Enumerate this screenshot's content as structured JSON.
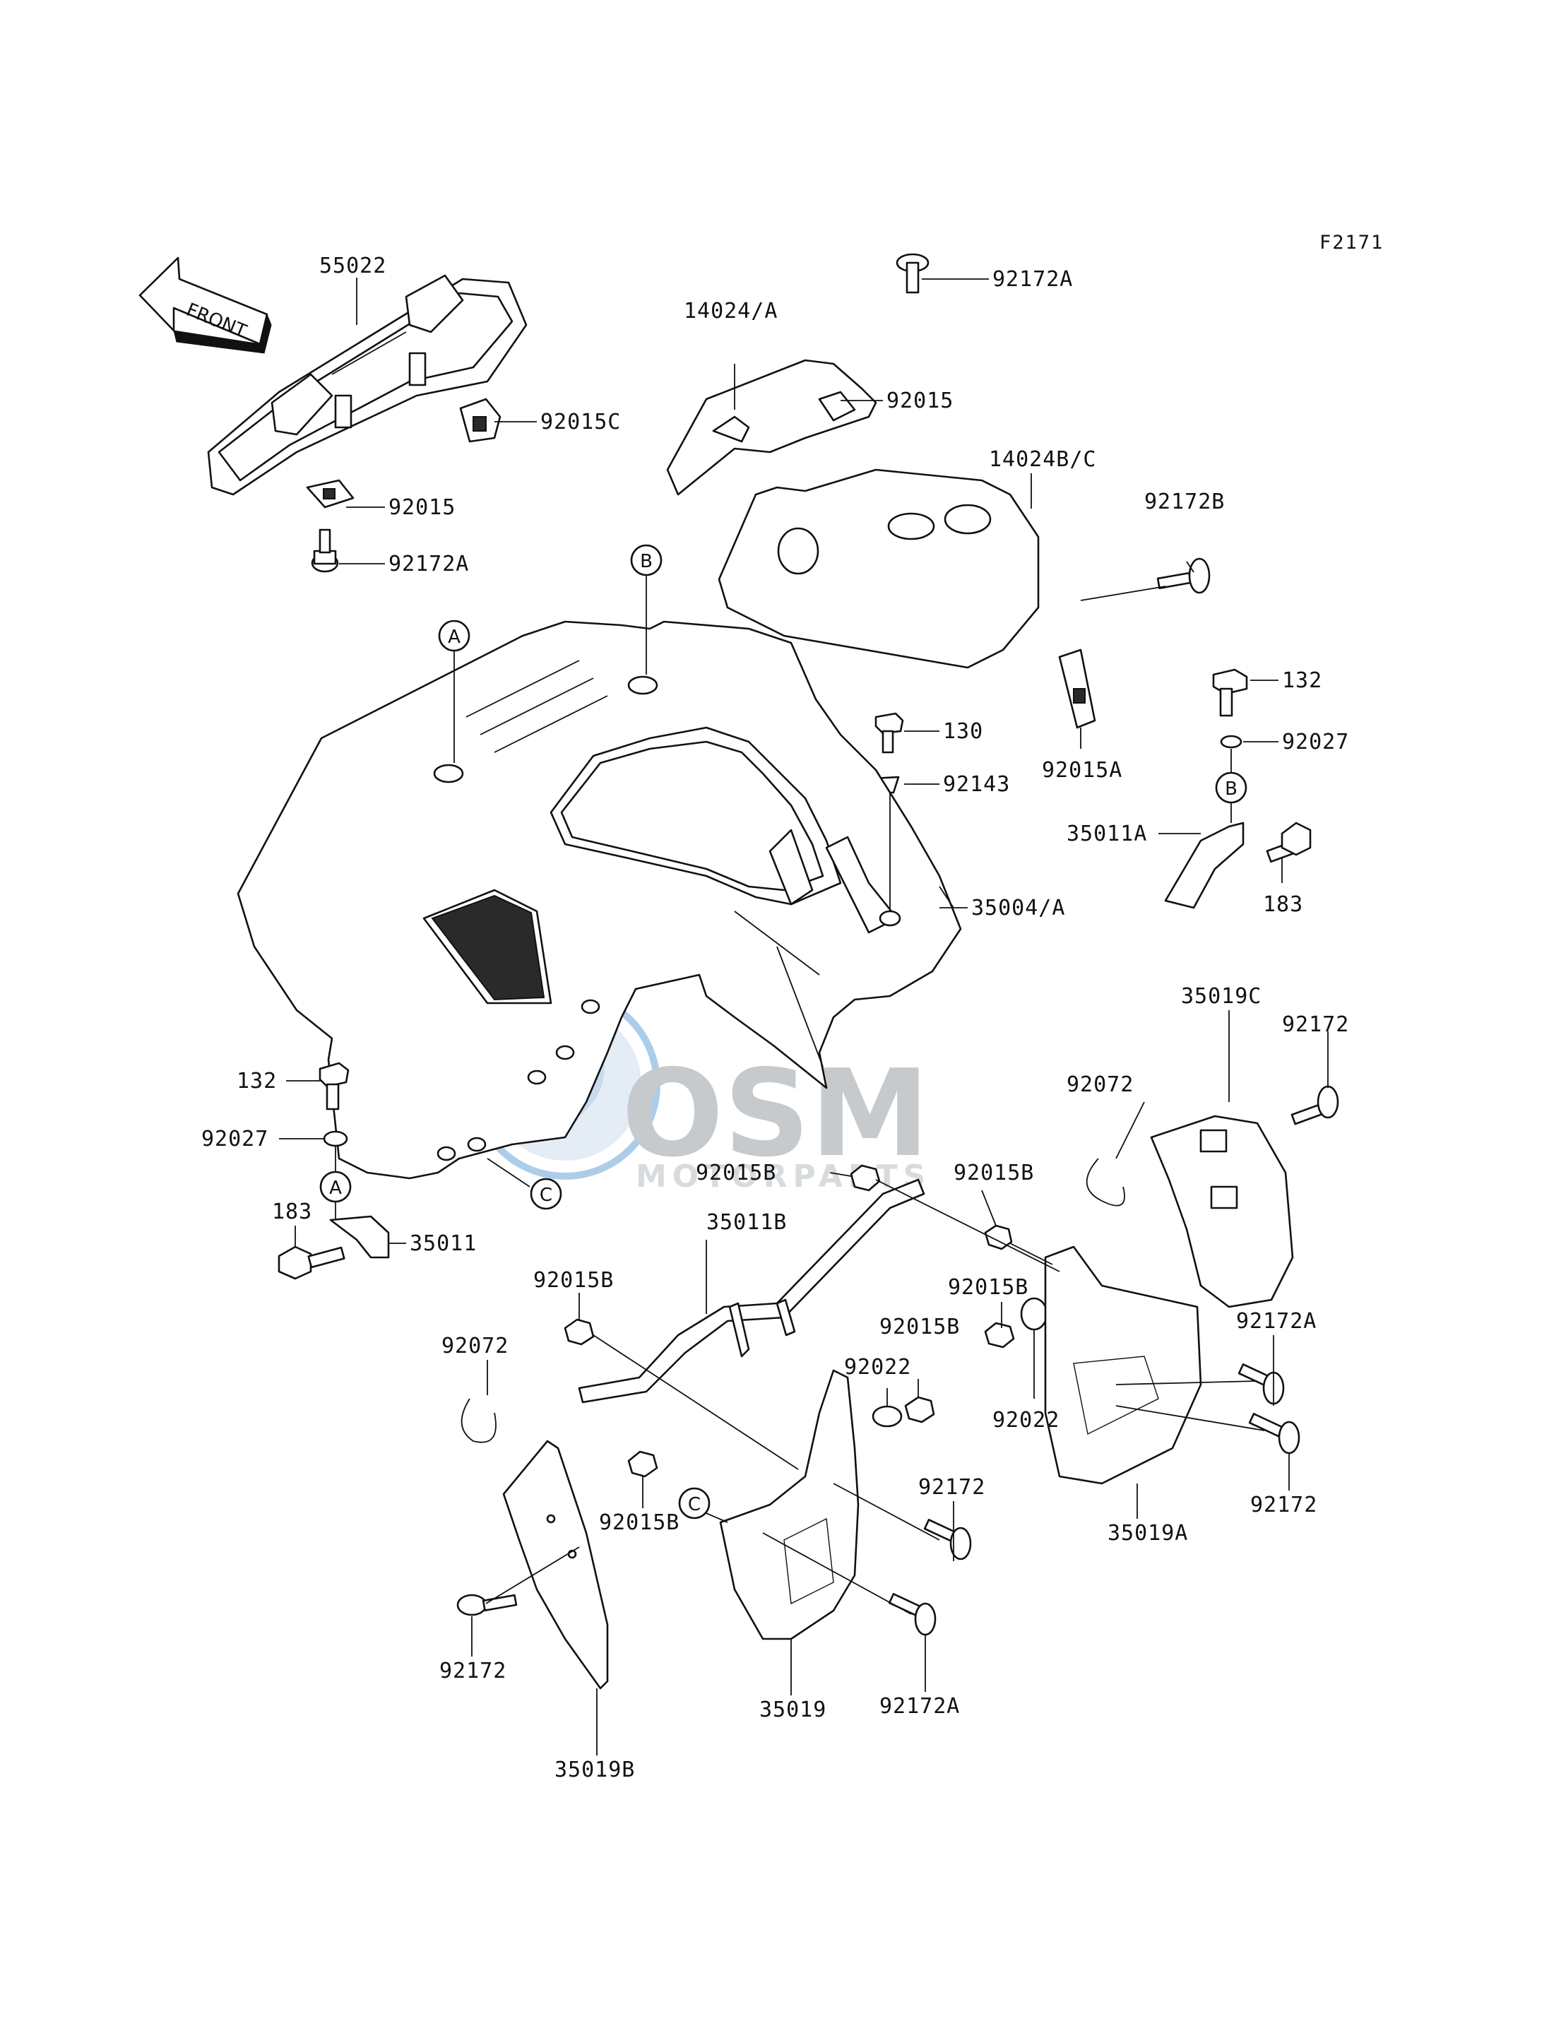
{
  "figure_code": "F2171",
  "front_arrow_label": "FRONT",
  "watermark": {
    "brand": "OSM",
    "tagline": "MOTORPARTS"
  },
  "ref_circles": [
    "A",
    "B",
    "A",
    "B",
    "C",
    "C"
  ],
  "labels": {
    "l55022": "55022",
    "l92015C": "92015C",
    "l92015_left": "92015",
    "l92172A_left": "92172A",
    "l92172A_top": "92172A",
    "l14024A": "14024/A",
    "l92015_top": "92015",
    "l14024BC": "14024B/C",
    "l92172B": "92172B",
    "l132_right": "132",
    "l92027_right": "92027",
    "l130": "130",
    "l92143": "92143",
    "l92015A": "92015A",
    "l35011A": "35011A",
    "l183_right": "183",
    "l35004A": "35004/A",
    "l35019C": "35019C",
    "l92172_rt": "92172",
    "l92072_right": "92072",
    "l132_left": "132",
    "l92027_left": "92027",
    "l92015B_mid": "92015B",
    "l92015B_rt": "92015B",
    "l183_left": "183",
    "l35011": "35011",
    "l35011B": "35011B",
    "l92015B_left": "92015B",
    "l92072_left": "92072",
    "l92015B_r2": "92015B",
    "l92015B_r3": "92015B",
    "l92022_a": "92022",
    "l92022_b": "92022",
    "l92172A_r": "92172A",
    "l92172_r2": "92172",
    "l92172_c": "92172",
    "l35019A": "35019A",
    "l92015B_bot": "92015B",
    "l92172_bl": "92172",
    "l35019": "35019",
    "l92172A_bot": "92172A",
    "l35019B": "35019B"
  }
}
